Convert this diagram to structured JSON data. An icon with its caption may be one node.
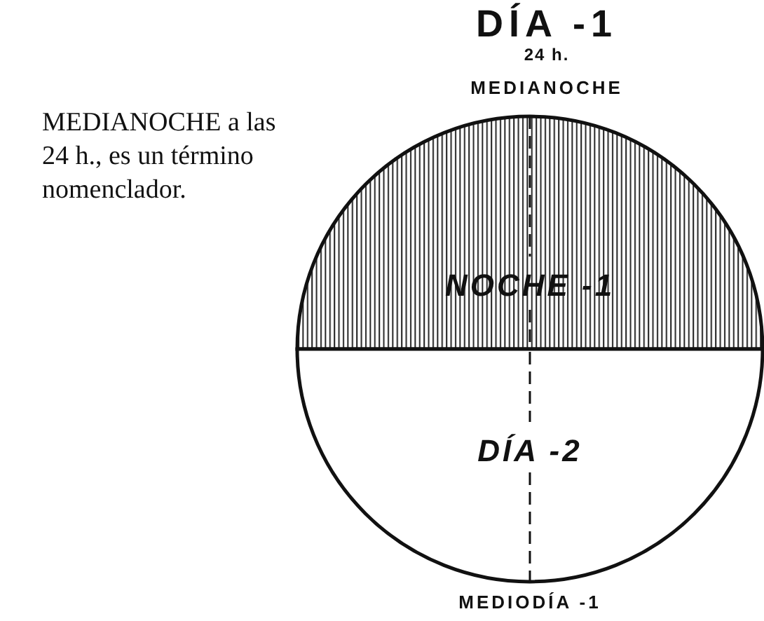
{
  "diagram": {
    "nodes": [
      {
        "text": [
          "NOCHE -1"
        ]
      },
      {
        "text": [
          "DÍA -2"
        ]
      }
    ],
    "labels": [
      "MEDIANOCHE a las 24 h., es un término nomenclador.",
      "DÍA -1",
      "24 h.",
      "MEDIANOCHE",
      "MEDIODÍA -1"
    ]
  }
}
